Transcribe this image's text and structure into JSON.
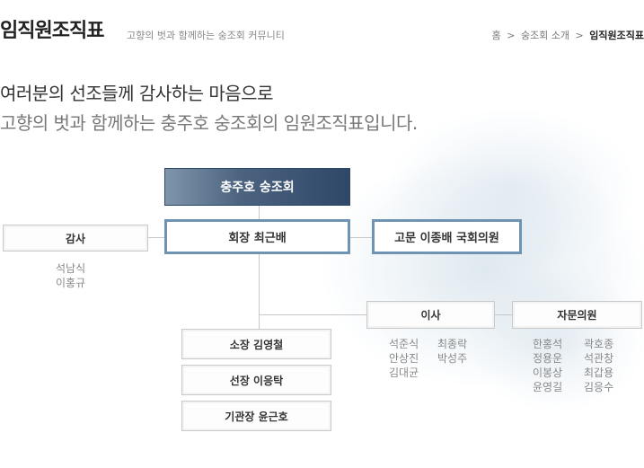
{
  "header": {
    "title": "임직원조직표",
    "subtitle": "고향의 벗과 함께하는 숭조회 커뮤니티",
    "breadcrumb": [
      "홈",
      "숭조회 소개",
      "임직원조직표"
    ],
    "breadcrumb_sep": ">"
  },
  "intro": {
    "line1": "여러분의 선조들께 감사하는 마음으로",
    "line2": "고향의 벗과 함께하는 충주호 숭조회의 임원조직표입니다."
  },
  "org": {
    "top": "충주호 숭조회",
    "president": "회장  최근배",
    "advisor": "고문  이종배 국회의원",
    "audit": {
      "label": "감사",
      "members": [
        "석남식",
        "이홍규"
      ]
    },
    "directors": {
      "label": "이사",
      "col1": [
        "석준식",
        "안상진",
        "김대균"
      ],
      "col2": [
        "최종락",
        "박성주"
      ]
    },
    "consultants": {
      "label": "자문의원",
      "col1": [
        "한홍석",
        "정용운",
        "이봉상",
        "윤영길"
      ],
      "col2": [
        "곽호종",
        "석관창",
        "최갑용",
        "김응수"
      ]
    },
    "units": [
      "소장 김영철",
      "선장 이응탁",
      "기관장 윤근호"
    ]
  }
}
